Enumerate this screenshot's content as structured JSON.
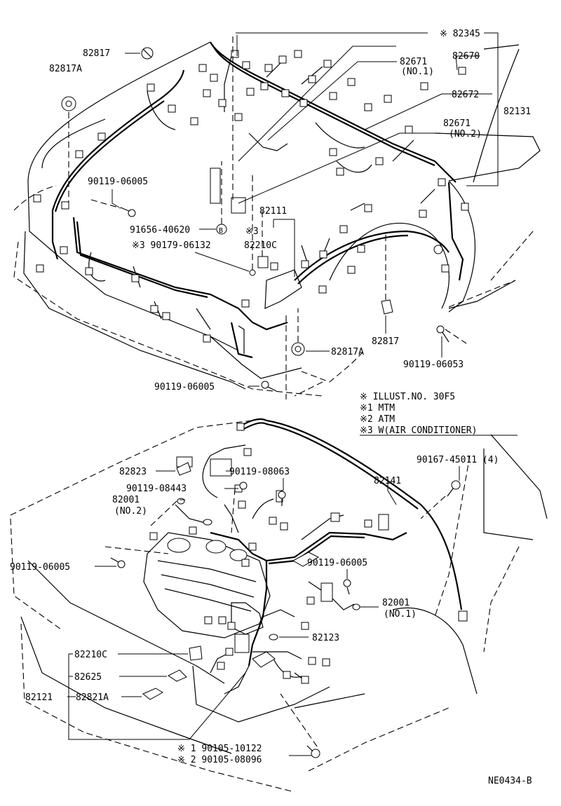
{
  "top_labels": [
    {
      "key": "l_82345",
      "text": "※ 82345"
    },
    {
      "key": "l_82817_a",
      "text": "82817"
    },
    {
      "key": "l_82817A_a",
      "text": "82817A"
    },
    {
      "key": "l_82671_1",
      "text": "82671"
    },
    {
      "key": "l_82671_1b",
      "text": "(NO.1)"
    },
    {
      "key": "l_82670",
      "text": "82670"
    },
    {
      "key": "l_82672",
      "text": "82672"
    },
    {
      "key": "l_82131",
      "text": "82131"
    },
    {
      "key": "l_82671_2",
      "text": "82671"
    },
    {
      "key": "l_82671_2b",
      "text": "(NO.2)"
    },
    {
      "key": "l_90119_06005_a",
      "text": "90119-06005"
    },
    {
      "key": "l_91656",
      "text": "91656-40620"
    },
    {
      "key": "l_82111",
      "text": "82111"
    },
    {
      "key": "l_s3a",
      "text": "※3"
    },
    {
      "key": "l_82210C_a",
      "text": "82210C"
    },
    {
      "key": "l_90179",
      "text": "※3  90179-06132"
    },
    {
      "key": "l_82817_b",
      "text": "82817"
    },
    {
      "key": "l_90119_06053",
      "text": "90119-06053"
    },
    {
      "key": "l_82817A_b",
      "text": "82817A"
    },
    {
      "key": "l_90119_06005_b",
      "text": "90119-06005"
    }
  ],
  "legend": [
    {
      "key": "n0",
      "text": "※   ILLUST.NO. 30F5"
    },
    {
      "key": "n1",
      "text": "※1  MTM"
    },
    {
      "key": "n2",
      "text": "※2  ATM"
    },
    {
      "key": "n3",
      "text": "※3  W(AIR CONDITIONER)"
    }
  ],
  "bottom_labels": [
    {
      "key": "b_82823",
      "text": "82823"
    },
    {
      "key": "b_90119_08063",
      "text": "90119-08063"
    },
    {
      "key": "b_90167",
      "text": "90167-45011 (4)"
    },
    {
      "key": "b_90119_08443",
      "text": "90119-08443"
    },
    {
      "key": "b_82141",
      "text": "82141"
    },
    {
      "key": "b_82001_2",
      "text": "82001"
    },
    {
      "key": "b_82001_2b",
      "text": "(NO.2)"
    },
    {
      "key": "b_90119_06005_c",
      "text": "90119-06005"
    },
    {
      "key": "b_90119_06005_d",
      "text": "90119-06005"
    },
    {
      "key": "b_82001_1",
      "text": "82001"
    },
    {
      "key": "b_82001_1b",
      "text": "(NO.1)"
    },
    {
      "key": "b_82123",
      "text": "82123"
    },
    {
      "key": "b_82210C",
      "text": "82210C"
    },
    {
      "key": "b_82625",
      "text": "82625"
    },
    {
      "key": "b_82121",
      "text": "82121"
    },
    {
      "key": "b_82821A",
      "text": "82821A"
    },
    {
      "key": "b_90105_1",
      "text": "※ 1  90105-10122"
    },
    {
      "key": "b_90105_2",
      "text": "※ 2  90105-08096"
    }
  ],
  "circled_b": "B",
  "drawing_code": "NE0434-B"
}
